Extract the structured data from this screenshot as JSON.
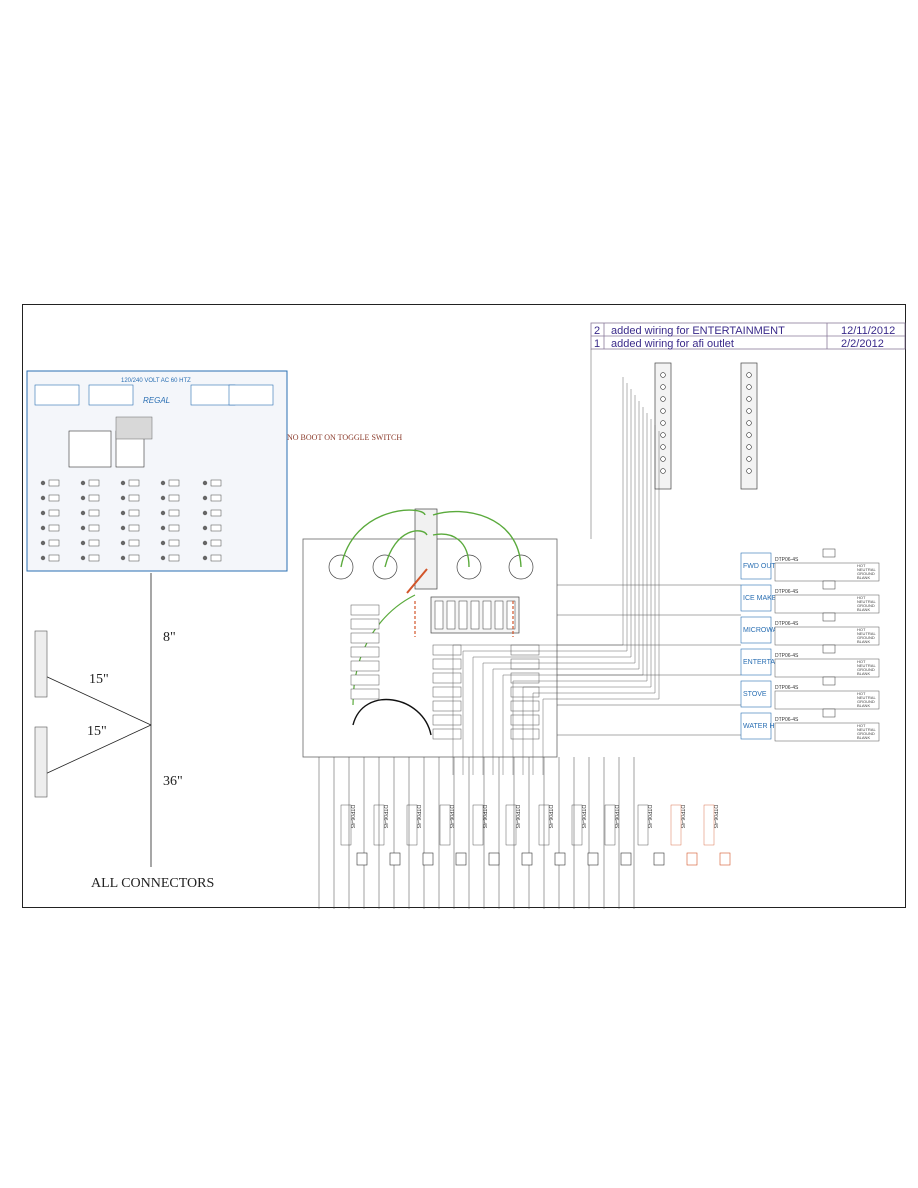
{
  "revisions": [
    {
      "number": "2",
      "description": "added wiring for ENTERTAINMENT",
      "date": "12/11/2012"
    },
    {
      "number": "1",
      "description": "added wiring for afi outlet",
      "date": "2/2/2012"
    }
  ],
  "panel": {
    "title": "120/240 VOLT AC 60 HTZ",
    "brand": "REGAL"
  },
  "notes": {
    "toggle_note": "NO BOOT ON TOGGLE SWITCH",
    "connectors_note": "ALL CONNECTORS"
  },
  "dimensions": {
    "left_top": "15\"",
    "left_bottom": "15\"",
    "right_top": "8\"",
    "right_bottom": "36\""
  },
  "appliances": [
    {
      "label": "FWD OUTLETS",
      "connector": "DTP06-4S"
    },
    {
      "label": "ICE MAKER",
      "connector": "DTP06-4S"
    },
    {
      "label": "MICROWAVE",
      "connector": "DTP06-4S"
    },
    {
      "label": "ENTERTAINMENT",
      "connector": "DTP06-4S"
    },
    {
      "label": "STOVE",
      "connector": "DTP06-4S"
    },
    {
      "label": "WATER HEATER",
      "connector": "DTP06-4S"
    }
  ],
  "wire_legend": [
    "HOT",
    "NEUTRAL",
    "GROUND",
    "BLANK"
  ],
  "bottom_connector_label": "DTP06-4S"
}
